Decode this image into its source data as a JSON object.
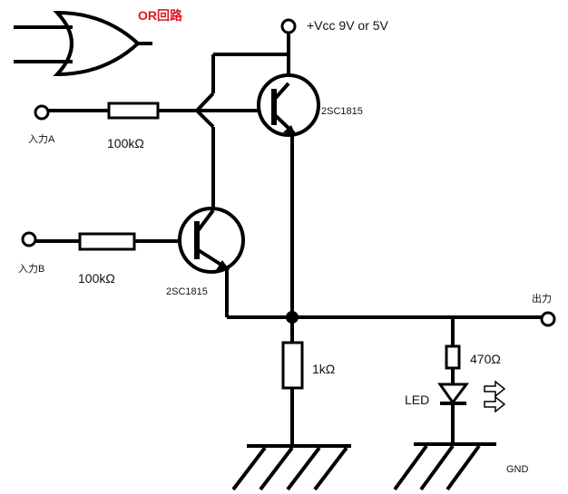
{
  "title": "OR回路",
  "supply_label": "+Vcc 9V or 5V",
  "input_a": {
    "label": "入力A",
    "resistor": "100kΩ"
  },
  "input_b": {
    "label": "入力B",
    "resistor": "100kΩ"
  },
  "transistor_top": {
    "part": "2SC1815"
  },
  "transistor_bottom": {
    "part": "2SC1815"
  },
  "emitter_resistor": "1kΩ",
  "led_resistor": "470Ω",
  "led_label": "LED",
  "output_label": "出力",
  "ground_label": "GND",
  "colors": {
    "wire": "#000000",
    "title": "#e0191f"
  }
}
